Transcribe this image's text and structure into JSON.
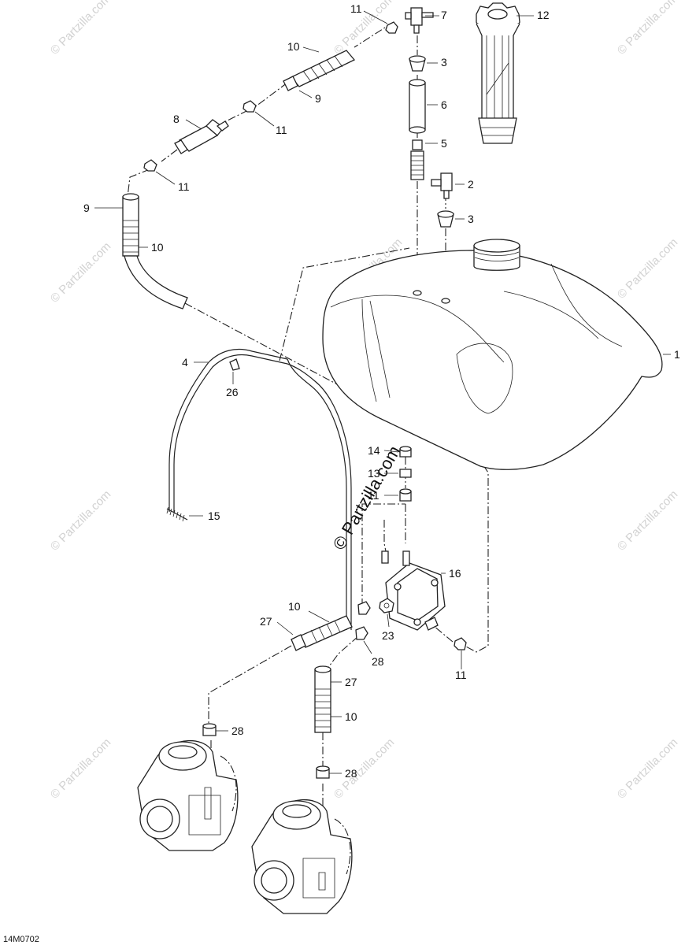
{
  "diagram": {
    "drawing_code": "14M0702",
    "watermark_text": "© Partzilla.com",
    "watermark_center_text": "© Partzilla.com",
    "callouts": [
      {
        "id": "c-11a",
        "text": "11"
      },
      {
        "id": "c-7",
        "text": "7"
      },
      {
        "id": "c-12",
        "text": "12"
      },
      {
        "id": "c-10a",
        "text": "10"
      },
      {
        "id": "c-3a",
        "text": "3"
      },
      {
        "id": "c-9a",
        "text": "9"
      },
      {
        "id": "c-6",
        "text": "6"
      },
      {
        "id": "c-8",
        "text": "8"
      },
      {
        "id": "c-11b",
        "text": "11"
      },
      {
        "id": "c-5",
        "text": "5"
      },
      {
        "id": "c-11c",
        "text": "11"
      },
      {
        "id": "c-2",
        "text": "2"
      },
      {
        "id": "c-9b",
        "text": "9"
      },
      {
        "id": "c-3b",
        "text": "3"
      },
      {
        "id": "c-10b",
        "text": "10"
      },
      {
        "id": "c-1",
        "text": "1"
      },
      {
        "id": "c-4",
        "text": "4"
      },
      {
        "id": "c-26",
        "text": "26"
      },
      {
        "id": "c-14",
        "text": "14"
      },
      {
        "id": "c-13",
        "text": "13"
      },
      {
        "id": "c-11d",
        "text": "11"
      },
      {
        "id": "c-15",
        "text": "15"
      },
      {
        "id": "c-16",
        "text": "16"
      },
      {
        "id": "c-10c",
        "text": "10"
      },
      {
        "id": "c-27a",
        "text": "27"
      },
      {
        "id": "c-23",
        "text": "23"
      },
      {
        "id": "c-28a",
        "text": "28"
      },
      {
        "id": "c-11e",
        "text": "11"
      },
      {
        "id": "c-27b",
        "text": "27"
      },
      {
        "id": "c-10d",
        "text": "10"
      },
      {
        "id": "c-28b",
        "text": "28"
      },
      {
        "id": "c-28c",
        "text": "28"
      }
    ]
  }
}
